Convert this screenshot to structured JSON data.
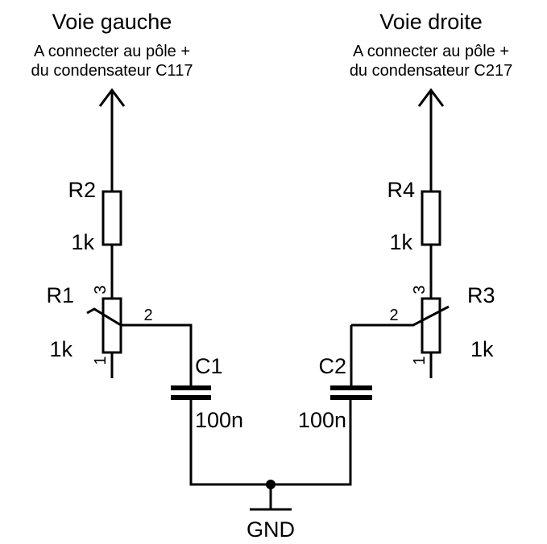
{
  "left_channel": {
    "title": "Voie gauche",
    "note_line1": "A connecter au pôle +",
    "note_line2": "du condensateur C117"
  },
  "right_channel": {
    "title": "Voie droite",
    "note_line1": "A connecter au pôle +",
    "note_line2": "du condensateur C217"
  },
  "components": {
    "R2": {
      "ref": "R2",
      "value": "1k"
    },
    "R1": {
      "ref": "R1",
      "value": "1k",
      "pin_top": "3",
      "pin_wiper": "2",
      "pin_bottom": "1"
    },
    "C1": {
      "ref": "C1",
      "value": "100n"
    },
    "R4": {
      "ref": "R4",
      "value": "1k"
    },
    "R3": {
      "ref": "R3",
      "value": "1k",
      "pin_top": "3",
      "pin_wiper": "2",
      "pin_bottom": "1"
    },
    "C2": {
      "ref": "C2",
      "value": "100n"
    }
  },
  "ground": {
    "label": "GND"
  }
}
